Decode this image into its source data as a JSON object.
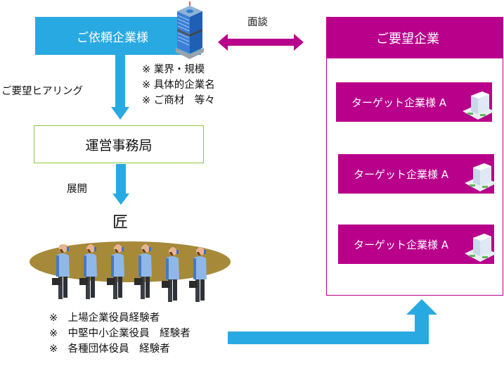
{
  "client": {
    "label": "ご依頼企業様",
    "icon": "skyscraper-icon"
  },
  "interview": {
    "label": "面談",
    "icon": "double-arrow-icon"
  },
  "hearing": {
    "label": "ご要望ヒアリング"
  },
  "client_notes": [
    "※ 業界・規模",
    "※ 具体的企業名",
    "※ ご商材　等々"
  ],
  "office": {
    "label": "運営事務局"
  },
  "deploy": {
    "label": "展開"
  },
  "takumi": {
    "label": "匠",
    "people_count": 6
  },
  "takumi_notes": [
    "※　上場企業役員経験者",
    "※　中堅中小企業役員　経験者",
    "※　各種団体役員　経験者"
  ],
  "desired": {
    "title": "ご要望企業",
    "targets": [
      {
        "label": "ターゲット企業様 A",
        "icon": "office-building-icon"
      },
      {
        "label": "ターゲット企業様 A",
        "icon": "office-building-icon"
      },
      {
        "label": "ターゲット企業様 A",
        "icon": "office-building-icon"
      }
    ]
  },
  "colors": {
    "blue": "#29a9e1",
    "magenta": "#b8008b",
    "green": "#8dc63f",
    "gold": "#a68a3a"
  }
}
